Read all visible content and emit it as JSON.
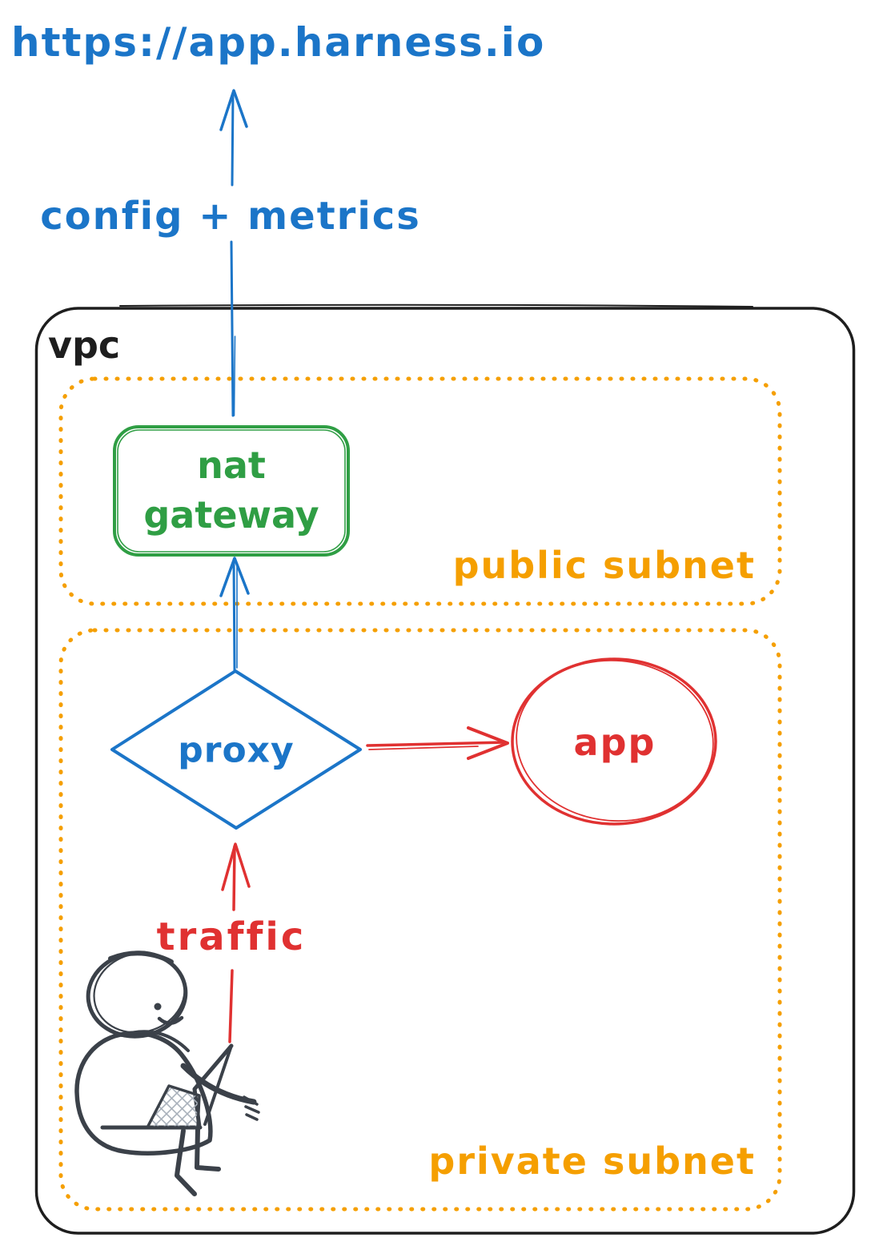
{
  "colors": {
    "blue": "#1b75c8",
    "green": "#2f9e44",
    "orange": "#f59f00",
    "red": "#e03131",
    "ink": "#1e1e1e",
    "person": "#3b4149",
    "hatch": "#a9b1bb",
    "bg": "#ffffff"
  },
  "diagram": {
    "external_url_label": "https://app.harness.io",
    "config_metrics_arrow_label": "config + metrics",
    "vpc": {
      "label": "vpc"
    },
    "public_subnet": {
      "label": "public subnet",
      "nat_gateway": {
        "line1": "nat",
        "line2": "gateway"
      }
    },
    "private_subnet": {
      "label": "private subnet",
      "proxy_label": "proxy",
      "app_label": "app",
      "traffic_arrow_label": "traffic",
      "person_icon": "person-with-laptop"
    }
  }
}
